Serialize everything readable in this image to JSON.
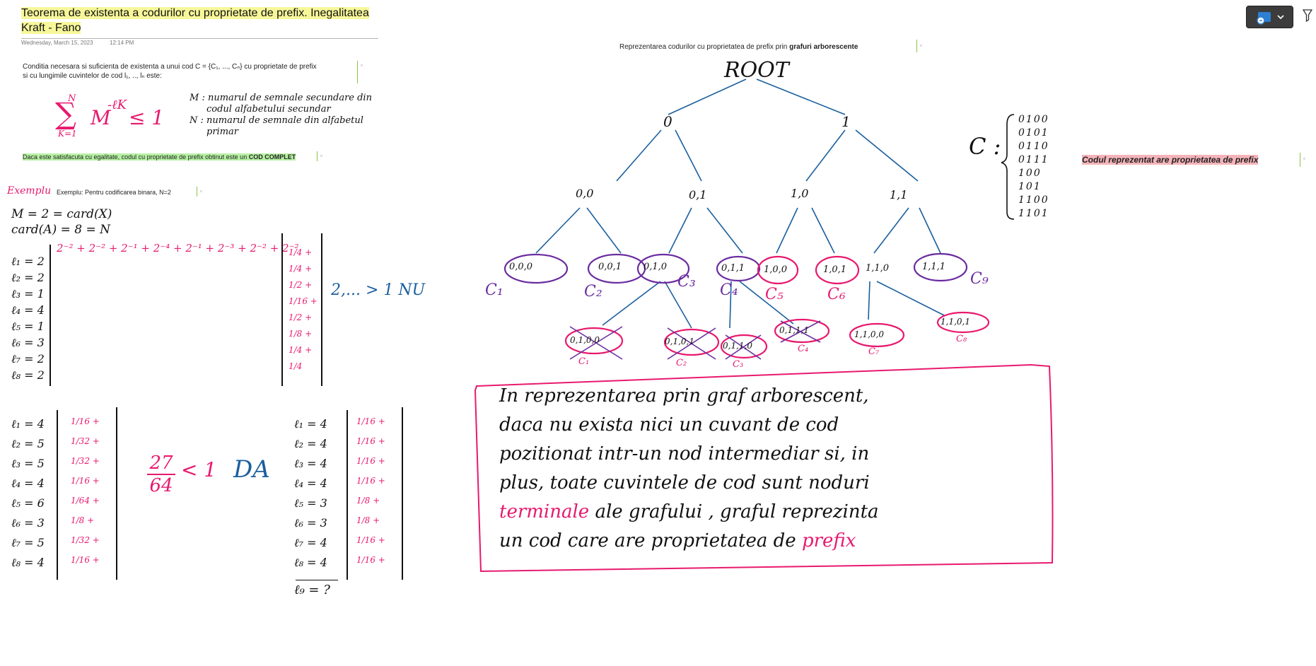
{
  "page": {
    "title": "Teorema de existenta a codurilor cu proprietate de prefix. Inegalitatea Kraft - Fano",
    "date": "Wednesday, March 15, 2023",
    "time": "12:14 PM"
  },
  "text_blocks": {
    "condition_line1": "Conditia necesara si suficienta de existenta a unui cod C = {C₁, ..., Cₙ} cu proprietate de prefix",
    "condition_line2": "si cu lungimile cuvintelor de cod l₁, .., lₙ este:",
    "complete_prefix": "Daca este satisfacuta cu egalitate, codul cu proprietate de prefix obtinut este un ",
    "complete_bold": "COD COMPLET",
    "example_text": "Exemplu: Pentru codificarea binara, N=2",
    "tree_title_prefix": "Reprezentarea codurilor cu proprietatea de prefix prin ",
    "tree_title_bold": "grafuri arborescente",
    "prefix_property": "Codul reprezentat are proprietatea de prefix"
  },
  "handwriting": {
    "formula_sum": "∑",
    "formula_upper": "N",
    "formula_lower": "K=1",
    "formula_body": "M",
    "formula_exp": "-ℓK",
    "formula_rel": "≤ 1",
    "def_m_1": "M : numarul de semnale secundare din",
    "def_m_2": "codul alfabetului secundar",
    "def_n_1": "N : numarul de semnale din alfabetul",
    "def_n_2": "primar",
    "example_word": "Exemplu",
    "m_eq": "M = 2 = card(X)",
    "card_eq": "card(A) = 8 = N",
    "set1_lengths": [
      "ℓ₁ = 2",
      "ℓ₂ = 2",
      "ℓ₃ = 1",
      "ℓ₄ = 4",
      "ℓ₅ = 1",
      "ℓ₆ = 3",
      "ℓ₇ = 2",
      "ℓ₈ = 2"
    ],
    "set1_sum": "2⁻² + 2⁻² + 2⁻¹ + 2⁻⁴ + 2⁻¹ + 2⁻³ + 2⁻² + 2⁻²",
    "set1_fracs": [
      "1/4 +",
      "1/4 +",
      "1/2 +",
      "1/16 +",
      "1/2 +",
      "1/8 +",
      "1/4 +",
      "1/4"
    ],
    "set1_result": "2,... > 1  NU",
    "set2_lengths": [
      "ℓ₁ = 4",
      "ℓ₂ = 5",
      "ℓ₃ = 5",
      "ℓ₄ = 4",
      "ℓ₅ = 6",
      "ℓ₆ = 3",
      "ℓ₇ = 5",
      "ℓ₈ = 4"
    ],
    "set2_fracs": [
      "1/16 +",
      "1/32 +",
      "1/32 +",
      "1/16 +",
      "1/64 +",
      "1/8 +",
      "1/32 +",
      "1/16 +"
    ],
    "set2_num": "27",
    "set2_den": "64",
    "set2_rel": "< 1",
    "set2_result": "DA",
    "set3_lengths": [
      "ℓ₁ = 4",
      "ℓ₂ = 4",
      "ℓ₃ = 4",
      "ℓ₄ = 4",
      "ℓ₅ = 3",
      "ℓ₆ = 3",
      "ℓ₇ = 4",
      "ℓ₈ = 4"
    ],
    "set3_fracs": [
      "1/16 +",
      "1/16 +",
      "1/16 +",
      "1/16 +",
      "1/8 +",
      "1/8 +",
      "1/16 +",
      "1/16 +"
    ],
    "set3_last": "ℓ₉ = ?",
    "tree_root": "ROOT",
    "tree_l1": [
      "0",
      "1"
    ],
    "tree_l2": [
      "0,0",
      "0,1",
      "1,0",
      "1,1"
    ],
    "tree_l3": [
      "0,0,0",
      "0,0,1",
      "0,1,0",
      "0,1,1",
      "1,0,0",
      "1,0,1",
      "1,1,0",
      "1,1,1"
    ],
    "tree_l3_labels": [
      "C₁",
      "C₂",
      "C₃",
      "C₄",
      "C₅",
      "C₆",
      "C₉"
    ],
    "tree_l4": [
      "0,1,0,0",
      "0,1,0,1",
      "0,1,1,0",
      "0,1,1,1",
      "1,1,0,0",
      "1,1,0,1"
    ],
    "tree_l4_labels": [
      "C₁",
      "C₂",
      "C₃",
      "C₄",
      "C₇",
      "C₈"
    ],
    "code_label": "C :",
    "code_words": [
      "0100",
      "0101",
      "0110",
      "0111",
      "100",
      "101",
      "1100",
      "1101"
    ],
    "note_line1": "In reprezentarea prin graf arborescent,",
    "note_line2": "daca nu exista nici un cuvant de cod",
    "note_line3": "pozitionat intr-un nod intermediar si, in",
    "note_line4": "plus, toate cuvintele de cod sunt noduri",
    "note_line5_a": "terminale",
    "note_line5_b": " ale grafului , graful reprezinta",
    "note_line6_a": "un cod care are proprietatea de ",
    "note_line6_b": "prefix"
  },
  "colors": {
    "pink": "#e8196e",
    "purple": "#6a2ca0",
    "blue": "#1a5f9e",
    "ink": "#111111",
    "toolbar": "#3c3c3c"
  }
}
